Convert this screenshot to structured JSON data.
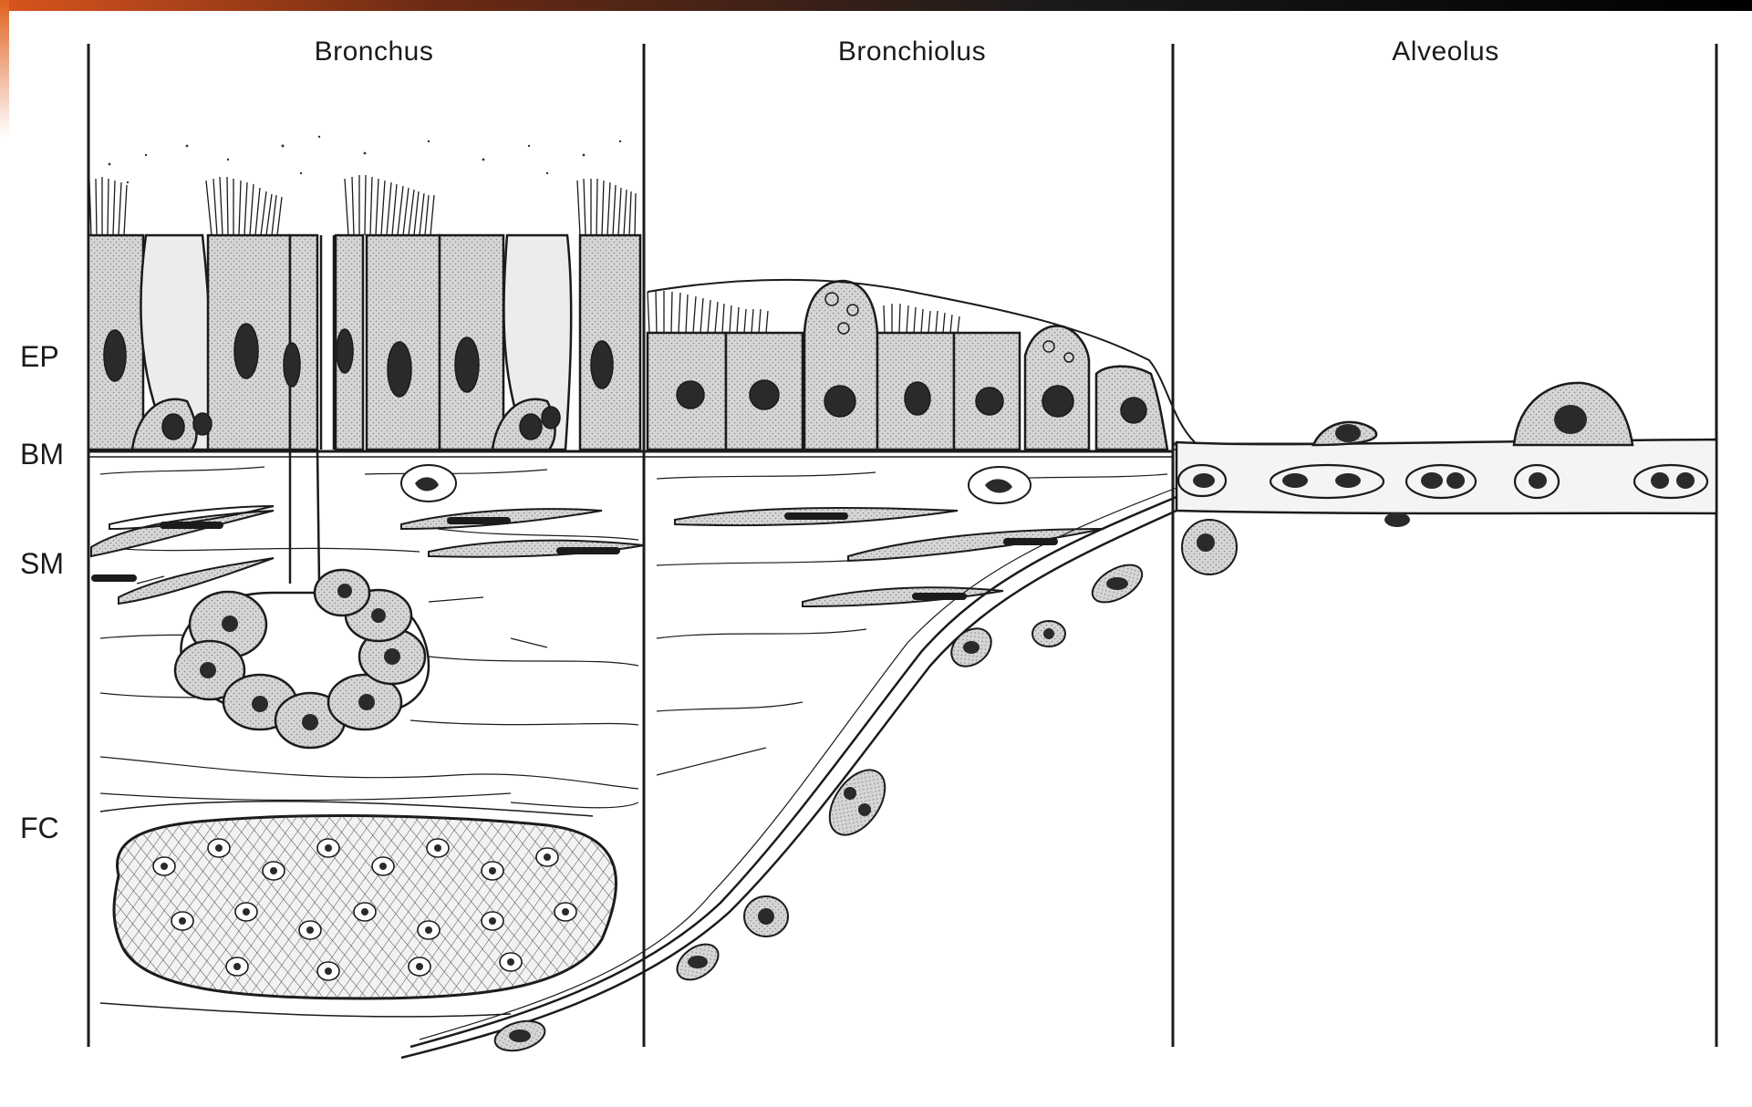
{
  "columns": [
    {
      "id": "bronchus",
      "label": "Bronchus"
    },
    {
      "id": "bronchiolus",
      "label": "Bronchiolus"
    },
    {
      "id": "alveolus",
      "label": "Alveolus"
    }
  ],
  "layers": [
    {
      "id": "ep",
      "label": "EP"
    },
    {
      "id": "bm",
      "label": "BM"
    },
    {
      "id": "sm",
      "label": "SM"
    },
    {
      "id": "fc",
      "label": "FC"
    }
  ],
  "colors": {
    "ink": "#1b1b1b",
    "cell_fill": "#c9c9c9",
    "background": "#ffffff",
    "accent": "#d9541d"
  }
}
